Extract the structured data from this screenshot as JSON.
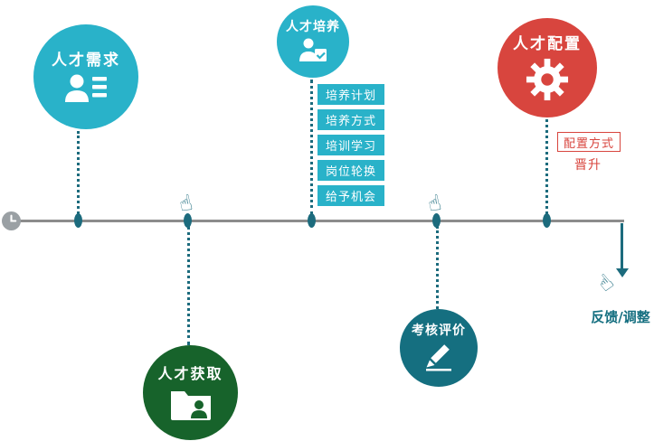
{
  "diagram": {
    "title_implied": "talent-lifecycle-timeline",
    "colors": {
      "cyan": "#29b2c9",
      "red": "#d8453e",
      "dark_green": "#17632b",
      "dark_teal": "#156f80",
      "connector_teal": "#1c6b7d",
      "timeline_gray": "#8c8c8c",
      "clock_gray": "#9aa0a4"
    }
  },
  "icons": {
    "clock": "clock-icon",
    "hand_glyph": "☝",
    "demand": "user-list-icon",
    "develop": "user-check-icon",
    "allocate": "gear-icon",
    "acquire": "folder-user-icon",
    "assess": "pencil-icon"
  },
  "nodes": {
    "demand": {
      "label": "人才需求"
    },
    "develop": {
      "label": "人才培养",
      "items": [
        "培养计划",
        "培养方式",
        "培训学习",
        "岗位轮换",
        "给予机会"
      ]
    },
    "allocate": {
      "label": "人才配置",
      "box_label": "配置方式",
      "sub_label": "晋升"
    },
    "acquire": {
      "label": "人才获取"
    },
    "assess": {
      "label": "考核评价"
    },
    "feedback": {
      "label": "反馈/调整"
    }
  }
}
